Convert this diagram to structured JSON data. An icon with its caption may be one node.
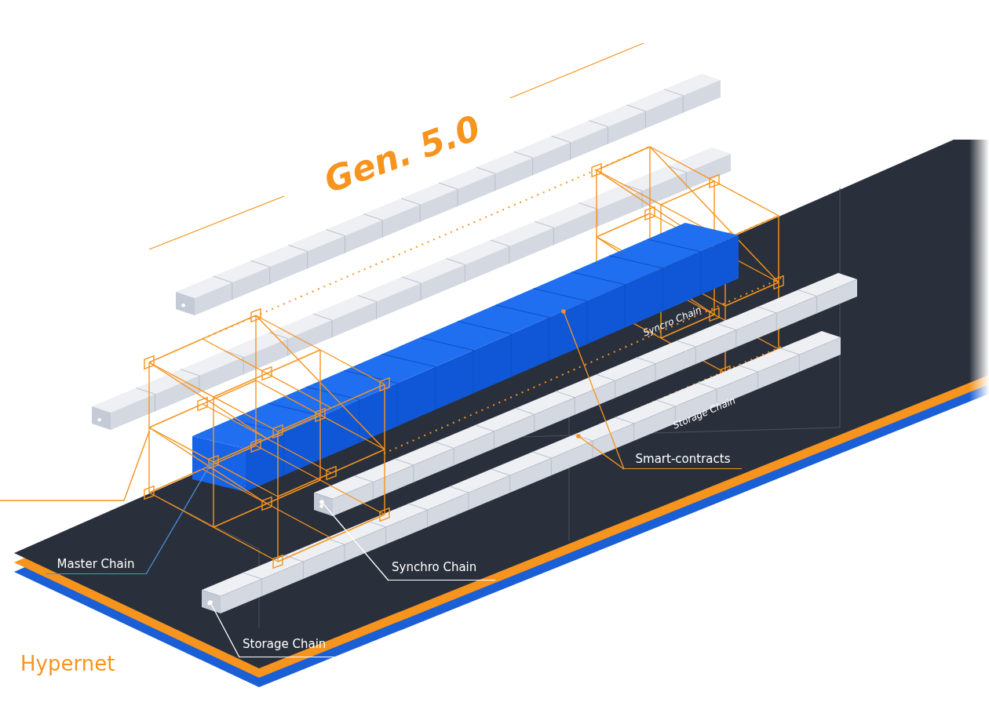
{
  "diagram": {
    "nodes": [
      {
        "text": [
          "Master Chain"
        ]
      },
      {
        "text": [
          "Synchro Chain"
        ]
      },
      {
        "text": [
          "Storage Chain"
        ]
      },
      {
        "text": [
          "Smart-contracts"
        ]
      },
      {
        "text": [],
        "shape": "bar"
      },
      {
        "text": [],
        "shape": "bar"
      },
      {
        "text": [],
        "shape": "bar"
      }
    ],
    "edges": [
      {
        "from": 0,
        "to": 4,
        "arrow": "other",
        "color": "#4a90e2"
      },
      {
        "from": 1,
        "to": 5,
        "arrow": "other",
        "color": "#ffffff"
      },
      {
        "from": 2,
        "to": 6,
        "arrow": "other",
        "color": "#ffffff"
      },
      {
        "from": 3,
        "to": 4,
        "arrow": "other",
        "color": "#f7941d"
      },
      {
        "from": 3,
        "to": 6,
        "arrow": "other",
        "color": "#f7941d"
      }
    ],
    "labels": [
      "Gen. 5.0",
      "Syncro Chain",
      "Storage Chain",
      "Hypernet"
    ]
  }
}
